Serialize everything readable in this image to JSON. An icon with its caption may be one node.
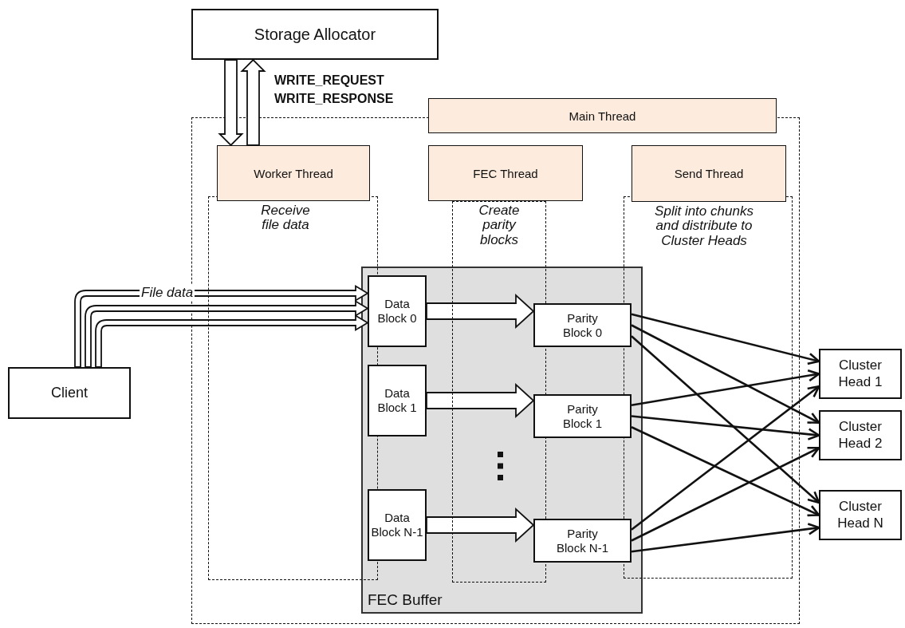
{
  "diagram": {
    "nodes": [
      {
        "text": [
          "Storage Allocator"
        ]
      },
      {
        "text": [
          "Main Thread"
        ]
      },
      {
        "text": [
          "Worker Thread",
          "Receive file data"
        ],
        "in": 1
      },
      {
        "text": [
          "FEC Thread",
          "Create parity blocks"
        ],
        "in": 1
      },
      {
        "text": [
          "Send Thread",
          "Split into chunks and distribute to Cluster Heads"
        ],
        "in": 1
      },
      {
        "text": [
          "FEC Buffer"
        ],
        "in": 1
      },
      {
        "text": [
          "Data Block 0"
        ],
        "in": 5
      },
      {
        "text": [
          "Data Block 1"
        ],
        "in": 5
      },
      {
        "text": [
          "Data Block N-1"
        ],
        "in": 5
      },
      {
        "text": [
          "Parity Block 0"
        ],
        "in": 5
      },
      {
        "text": [
          "Parity Block 1"
        ],
        "in": 5
      },
      {
        "text": [
          "Parity Block N-1"
        ],
        "in": 5
      },
      {
        "text": [
          "Client"
        ]
      },
      {
        "text": [
          "Cluster Head 1"
        ]
      },
      {
        "text": [
          "Cluster Head 2"
        ]
      },
      {
        "text": [
          "Cluster Head N"
        ]
      }
    ],
    "edges": [
      {
        "from": 0,
        "to": 2,
        "arrow": "to",
        "label": "WRITE_REQUEST",
        "style": "thick"
      },
      {
        "from": 2,
        "to": 0,
        "arrow": "to",
        "label": "WRITE_RESPONSE",
        "style": "thick"
      },
      {
        "from": 12,
        "to": 6,
        "arrow": "to",
        "label": "File data",
        "style": "thick"
      },
      {
        "from": 12,
        "to": 6,
        "arrow": "to",
        "style": "thick"
      },
      {
        "from": 12,
        "to": 6,
        "arrow": "to",
        "style": "thick"
      },
      {
        "from": 6,
        "to": 9,
        "arrow": "to",
        "style": "thick"
      },
      {
        "from": 7,
        "to": 10,
        "arrow": "to",
        "style": "thick"
      },
      {
        "from": 8,
        "to": 11,
        "arrow": "to",
        "style": "thick"
      },
      {
        "from": 9,
        "to": 13,
        "arrow": "to"
      },
      {
        "from": 9,
        "to": 14,
        "arrow": "to"
      },
      {
        "from": 9,
        "to": 15,
        "arrow": "to"
      },
      {
        "from": 10,
        "to": 13,
        "arrow": "to"
      },
      {
        "from": 10,
        "to": 14,
        "arrow": "to"
      },
      {
        "from": 10,
        "to": 15,
        "arrow": "to"
      },
      {
        "from": 11,
        "to": 13,
        "arrow": "to"
      },
      {
        "from": 11,
        "to": 14,
        "arrow": "to"
      },
      {
        "from": 11,
        "to": 15,
        "arrow": "to"
      }
    ]
  }
}
